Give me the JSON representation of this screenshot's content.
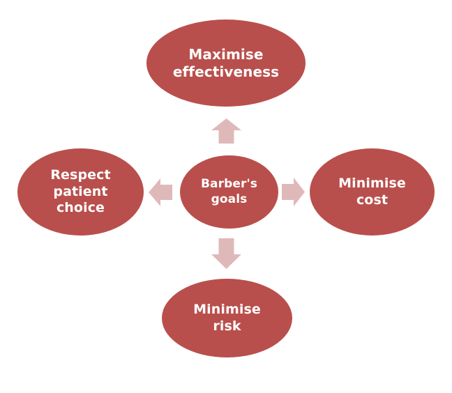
{
  "diagram": {
    "title": "Barber's goals",
    "type": "radial-hub-and-spoke",
    "background_color": "#ffffff",
    "node_color": "#b94f4c",
    "node_text_color": "#ffffff",
    "arrow_color": "#dfb9b9",
    "center": {
      "id": "barbers-goals",
      "label": "Barber's\ngoals"
    },
    "nodes": [
      {
        "id": "maximise-effectiveness",
        "label": "Maximise\neffectiveness",
        "position": "top"
      },
      {
        "id": "respect-patient-choice",
        "label": "Respect\npatient\nchoice",
        "position": "left"
      },
      {
        "id": "minimise-cost",
        "label": "Minimise\ncost",
        "position": "right"
      },
      {
        "id": "minimise-risk",
        "label": "Minimise\nrisk",
        "position": "bottom"
      }
    ],
    "arrows": [
      {
        "id": "arrow-up",
        "direction": "up",
        "icon": "arrow-up-icon"
      },
      {
        "id": "arrow-left",
        "direction": "left",
        "icon": "arrow-left-icon"
      },
      {
        "id": "arrow-right",
        "direction": "right",
        "icon": "arrow-right-icon"
      },
      {
        "id": "arrow-down",
        "direction": "down",
        "icon": "arrow-down-icon"
      }
    ]
  }
}
